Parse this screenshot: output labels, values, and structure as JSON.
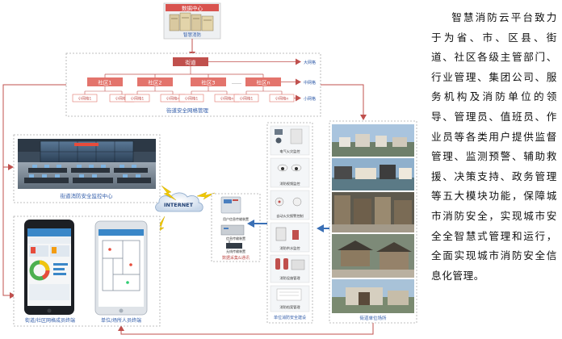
{
  "data_center": {
    "header": "数据中心",
    "caption": "智慧消防"
  },
  "grid": {
    "street": "街道",
    "districts": [
      "社区1",
      "社区2",
      "社区3",
      "社区n"
    ],
    "ellipsis": "……",
    "subgrids": [
      "小网格1",
      "小网格n",
      "小网格1",
      "小网格n",
      "小网格1",
      "小网格n",
      "小网格1",
      "小网格n"
    ],
    "levels": [
      "大网格",
      "中网格",
      "小网格"
    ],
    "caption": "街道安全网格管理"
  },
  "monitor_center": {
    "caption": "街道消防安全监控中心"
  },
  "internet": {
    "label": "INTERNET"
  },
  "gateway": {
    "items": [
      "用户信息传输装置",
      "信息传输装置",
      "无线传输装置"
    ],
    "caption": "数据采集&通讯"
  },
  "unit_panel": {
    "items": [
      "电气火灾监控",
      "消防视频监控",
      "自动火灾报警控制",
      "消防供水监控",
      "消防设施管理",
      "消防档案管理"
    ],
    "caption": "单位消防安全建设"
  },
  "sites_panel": {
    "caption": "街道单位场所"
  },
  "phones": {
    "left_caption": "街道/社区网格成员终端",
    "right_caption": "单位/场所人员终端"
  },
  "description": "智慧消防云平台致力于为省、市、区县、街道、社区各级主管部门、行业管理、集团公司、服务机构及消防单位的领导、管理员、值班员、作业员等各类用户提供监督管理、监测预警、辅助救援、决策支持、政务管理等五大模块功能，保障城市消防安全，实现城市安全全智慧式管理和运行，全面实现城市消防安全信息化管理。",
  "colors": {
    "arrow_red": "#c0504d",
    "header_red": "#d9534f",
    "street_box": "#c0504d",
    "district_box": "#e3746c",
    "level_blue": "#2e5aa8",
    "blue_arrow": "#3a6fb5",
    "lightning": "#f0c800"
  }
}
